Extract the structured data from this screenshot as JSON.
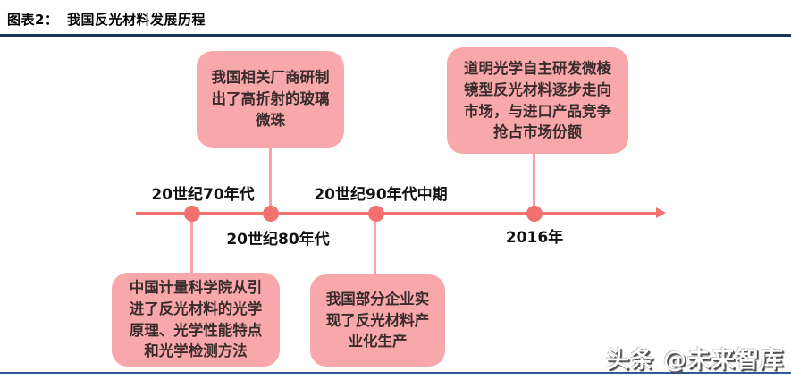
{
  "header": {
    "figure_label": "图表2：",
    "title": "我国反光材料发展历程"
  },
  "timeline": {
    "direction": "left-to-right-arrow",
    "milestones": [
      {
        "year": "20世纪70年代",
        "year_position": "above-line",
        "event_position": "below-line",
        "event": "中国计量科学院从引\n进了反光材料的光学\n原理、光学性能特点\n和光学检测方法"
      },
      {
        "year": "20世纪80年代",
        "year_position": "below-line",
        "event_position": "above-line",
        "event": "我国相关厂商研制\n出了高折射的玻璃\n微珠"
      },
      {
        "year": "20世纪90年代中期",
        "year_position": "above-line",
        "event_position": "below-line",
        "event": "我国部分企业实\n现了反光材料产\n业化生产"
      },
      {
        "year": "2016年",
        "year_position": "below-line",
        "event_position": "above-line",
        "event": "道明光学自主研发微棱\n镜型反光材料逐步走向\n市场，与进口产品竞争\n抢占市场份额"
      }
    ]
  },
  "colors": {
    "box_fill": "#f8a8ab",
    "axis_red": "#f0716e",
    "connector_pink": "#f7a3a6",
    "divider_top_blue": "#17375e",
    "divider_bottom_blue": "#2f5b95",
    "text_black": "#111111"
  },
  "watermark": "头条 @未来智库"
}
